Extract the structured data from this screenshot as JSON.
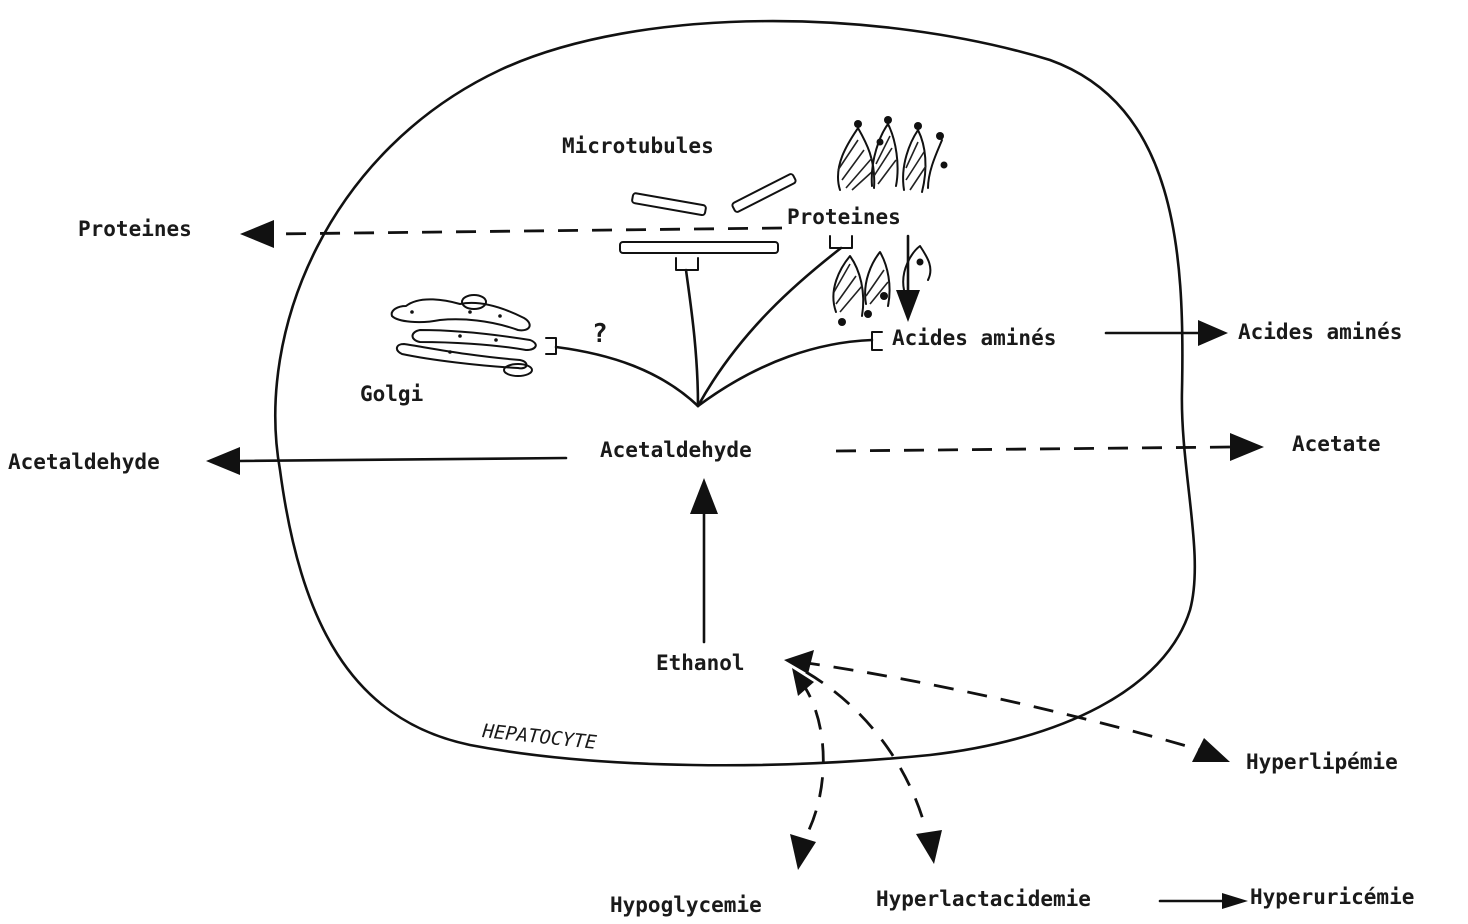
{
  "diagram": {
    "cell_label": "HEPATOCYTE",
    "nodes": {
      "microtubules": "Microtubules",
      "proteines_inner": "Proteines",
      "proteines_outer": "Proteines",
      "golgi": "Golgi",
      "question": "?",
      "acides_amines_inner": "Acides aminés",
      "acides_amines_outer": "Acides aminés",
      "acetaldehyde_inner": "Acetaldehyde",
      "acetaldehyde_outer": "Acetaldehyde",
      "acetate": "Acetate",
      "ethanol": "Ethanol",
      "hyperlipemie": "Hyperlipémie",
      "hypoglycemie": "Hypoglycemie",
      "hyperlactacidemie": "Hyperlactacidemie",
      "hyperuricemie": "Hyperuricémie"
    }
  }
}
